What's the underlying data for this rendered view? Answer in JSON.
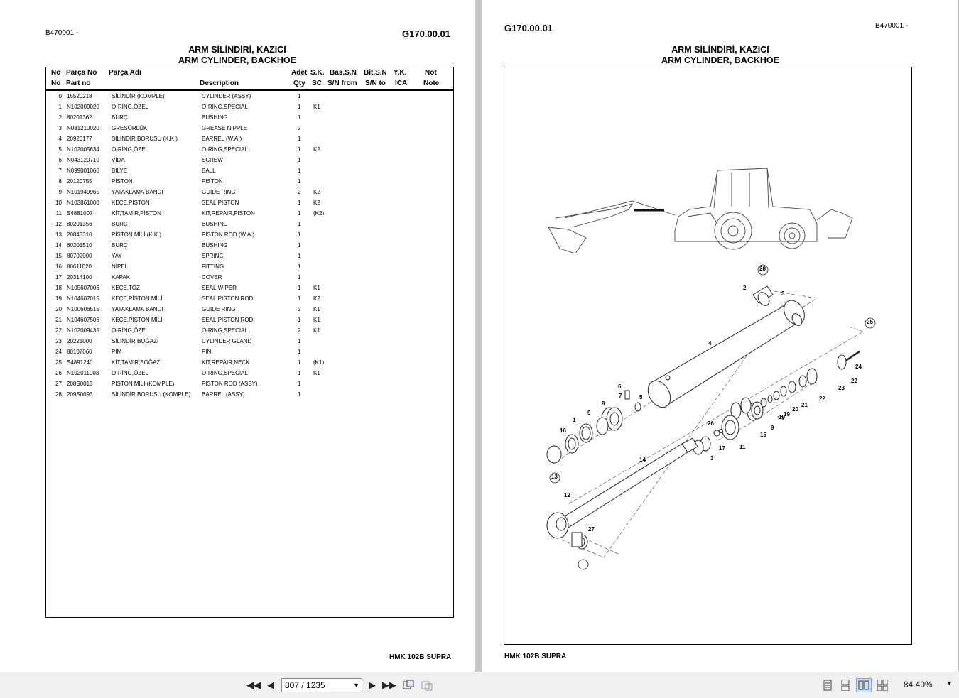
{
  "left_page": {
    "serial": "B470001 -",
    "code": "G170.00.01",
    "title_tr": "ARM SİLİNDİRİ, KAZICI",
    "title_en": "ARM CYLINDER, BACKHOE",
    "columns_row1": [
      "No",
      "Parça No",
      "Parça Adı",
      "Adet",
      "S.K.",
      "Bas.S.N",
      "Bit.S.N",
      "Y.K.",
      "Not"
    ],
    "columns_row2": [
      "No",
      "Part no",
      "Description",
      "Qty",
      "SC",
      "S/N from",
      "S/N to",
      "ICA",
      "Note"
    ],
    "rows": [
      {
        "no": "0",
        "part": "15520218",
        "name_tr": "SİLİNDİR (KOMPLE)",
        "name_en": "CYLINDER (ASSY)",
        "qty": "1",
        "sc": ""
      },
      {
        "no": "1",
        "part": "N102009020",
        "name_tr": "O-RİNG,ÖZEL",
        "name_en": "O-RING,SPECIAL",
        "qty": "1",
        "sc": "K1"
      },
      {
        "no": "2",
        "part": "80201362",
        "name_tr": "BURÇ",
        "name_en": "BUSHING",
        "qty": "1",
        "sc": ""
      },
      {
        "no": "3",
        "part": "N081210020",
        "name_tr": "GRESÖRLÜK",
        "name_en": "GREASE NIPPLE",
        "qty": "2",
        "sc": ""
      },
      {
        "no": "4",
        "part": "20920177",
        "name_tr": "SİLİNDİR BORUSU (K.K.)",
        "name_en": "BARREL (W.A.)",
        "qty": "1",
        "sc": ""
      },
      {
        "no": "5",
        "part": "N102005634",
        "name_tr": "O-RİNG,ÖZEL",
        "name_en": "O-RING,SPECIAL",
        "qty": "1",
        "sc": "K2"
      },
      {
        "no": "6",
        "part": "N043120710",
        "name_tr": "VİDA",
        "name_en": "SCREW",
        "qty": "1",
        "sc": ""
      },
      {
        "no": "7",
        "part": "N099001060",
        "name_tr": "BİLYE",
        "name_en": "BALL",
        "qty": "1",
        "sc": ""
      },
      {
        "no": "8",
        "part": "20120755",
        "name_tr": "PİSTON",
        "name_en": "PISTON",
        "qty": "1",
        "sc": ""
      },
      {
        "no": "9",
        "part": "N101949965",
        "name_tr": "YATAKLAMA BANDI",
        "name_en": "GUIDE RING",
        "qty": "2",
        "sc": "K2"
      },
      {
        "no": "10",
        "part": "N103861000",
        "name_tr": "KEÇE,PİSTON",
        "name_en": "SEAL,PISTON",
        "qty": "1",
        "sc": "K2"
      },
      {
        "no": "11",
        "part": "S4881007",
        "name_tr": "KİT,TAMİR,PİSTON",
        "name_en": "KIT,REPAIR,PISTON",
        "qty": "1",
        "sc": "(K2)"
      },
      {
        "no": "12",
        "part": "80201356",
        "name_tr": "BURÇ",
        "name_en": "BUSHING",
        "qty": "1",
        "sc": ""
      },
      {
        "no": "13",
        "part": "20843310",
        "name_tr": "PİSTON MİLİ (K.K.)",
        "name_en": "PISTON ROD (W.A.)",
        "qty": "1",
        "sc": ""
      },
      {
        "no": "14",
        "part": "80201510",
        "name_tr": "BURÇ",
        "name_en": "BUSHING",
        "qty": "1",
        "sc": ""
      },
      {
        "no": "15",
        "part": "80702000",
        "name_tr": "YAY",
        "name_en": "SPRING",
        "qty": "1",
        "sc": ""
      },
      {
        "no": "16",
        "part": "80611020",
        "name_tr": "NİPEL",
        "name_en": "FITTING",
        "qty": "1",
        "sc": ""
      },
      {
        "no": "17",
        "part": "20314100",
        "name_tr": "KAPAK",
        "name_en": "COVER",
        "qty": "1",
        "sc": ""
      },
      {
        "no": "18",
        "part": "N105607006",
        "name_tr": "KEÇE,TOZ",
        "name_en": "SEAL,WIPER",
        "qty": "1",
        "sc": "K1"
      },
      {
        "no": "19",
        "part": "N104607015",
        "name_tr": "KEÇE,PİSTON MİLİ",
        "name_en": "SEAL,PISTON ROD",
        "qty": "1",
        "sc": "K2"
      },
      {
        "no": "20",
        "part": "N100606515",
        "name_tr": "YATAKLAMA BANDI",
        "name_en": "GUIDE RING",
        "qty": "2",
        "sc": "K1"
      },
      {
        "no": "21",
        "part": "N104607506",
        "name_tr": "KEÇE,PİSTON MİLİ",
        "name_en": "SEAL,PISTON ROD",
        "qty": "1",
        "sc": "K1"
      },
      {
        "no": "22",
        "part": "N102009435",
        "name_tr": "O-RİNG,ÖZEL",
        "name_en": "O-RING,SPECIAL",
        "qty": "2",
        "sc": "K1"
      },
      {
        "no": "23",
        "part": "20221000",
        "name_tr": "SİLİNDİR BOĞAZI",
        "name_en": "CYLINDER GLAND",
        "qty": "1",
        "sc": ""
      },
      {
        "no": "24",
        "part": "80107060",
        "name_tr": "PİM",
        "name_en": "PIN",
        "qty": "1",
        "sc": ""
      },
      {
        "no": "25",
        "part": "S4891240",
        "name_tr": "KİT,TAMİR,BOĞAZ",
        "name_en": "KIT,REPAIR,NECK",
        "qty": "1",
        "sc": "(K1)"
      },
      {
        "no": "26",
        "part": "N102011003",
        "name_tr": "O-RİNG,ÖZEL",
        "name_en": "O-RING,SPECIAL",
        "qty": "1",
        "sc": "K1"
      },
      {
        "no": "27",
        "part": "208S0013",
        "name_tr": "PİSTON MİLİ (KOMPLE)",
        "name_en": "PISTON ROD (ASSY)",
        "qty": "1",
        "sc": ""
      },
      {
        "no": "28",
        "part": "209S0093",
        "name_tr": "SİLİNDİR BORUSU (KOMPLE)",
        "name_en": "BARREL (ASSY)",
        "qty": "1",
        "sc": ""
      }
    ],
    "footer": "HMK 102B SUPRA"
  },
  "right_page": {
    "serial": "B470001 -",
    "code": "G170.00.01",
    "title_tr": "ARM SİLİNDİRİ, KAZICI",
    "title_en": "ARM CYLINDER, BACKHOE",
    "callouts": [
      "28",
      "2",
      "3",
      "25",
      "4",
      "24",
      "22",
      "6",
      "7",
      "5",
      "8",
      "23",
      "22",
      "9",
      "21",
      "20",
      "19",
      "18",
      "10",
      "1",
      "9",
      "16",
      "26",
      "15",
      "17",
      "11",
      "13",
      "14",
      "3",
      "12",
      "27"
    ],
    "footer": "HMK 102B SUPRA"
  },
  "toolbar": {
    "page_indicator": "807 / 1235",
    "zoom": "84.40%",
    "icons": [
      "first-page-icon",
      "prev-page-icon",
      "next-page-icon",
      "last-page-icon",
      "fit-width-icon",
      "fit-page-icon",
      "single-page-icon",
      "continuous-icon",
      "two-page-icon",
      "two-page-continuous-icon"
    ]
  }
}
